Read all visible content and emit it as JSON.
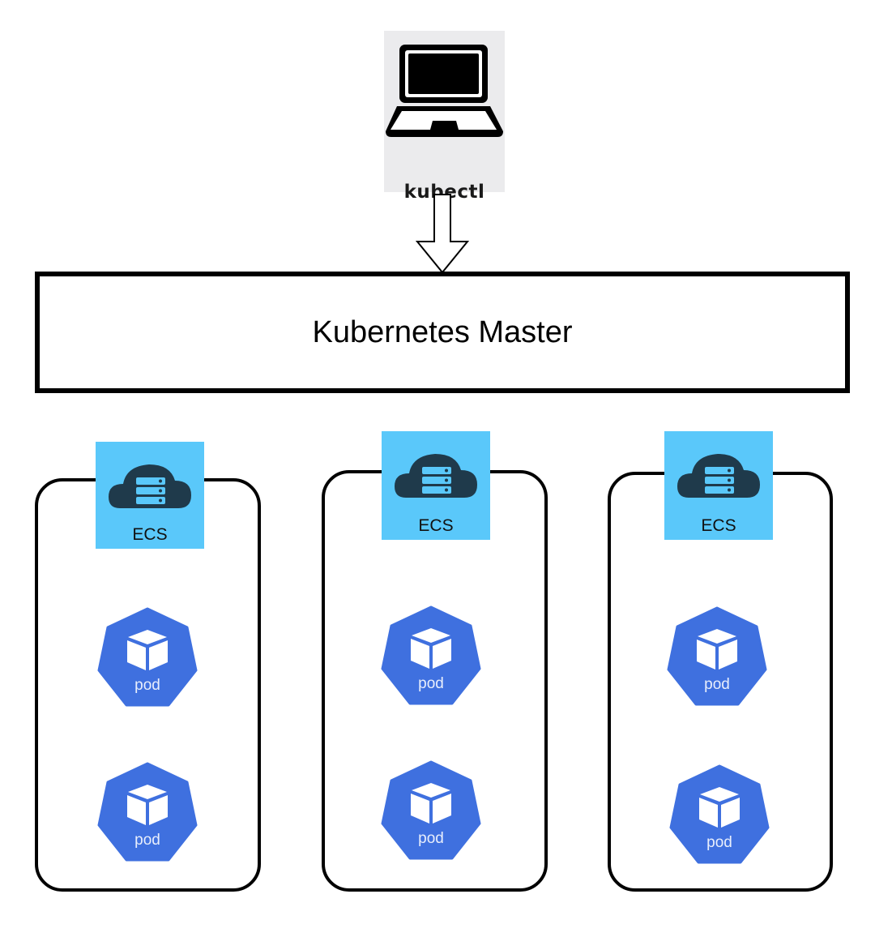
{
  "client": {
    "label": "kubectl",
    "icon": "laptop-icon",
    "tile_color": "#ebebed"
  },
  "connector": {
    "icon": "hollow-down-arrow-icon",
    "from": "kubectl",
    "to": "Kubernetes Master"
  },
  "master": {
    "title": "Kubernetes Master"
  },
  "colors": {
    "ecs_tile": "#5ac8fa",
    "ecs_cloud": "#1f3a4b",
    "pod": "#3f70df",
    "border": "#000000"
  },
  "nodes": [
    {
      "ecs_label": "ECS",
      "ecs_icon": "cloud-server-icon",
      "pods": [
        {
          "label": "pod",
          "icon": "cube-icon"
        },
        {
          "label": "pod",
          "icon": "cube-icon"
        }
      ]
    },
    {
      "ecs_label": "ECS",
      "ecs_icon": "cloud-server-icon",
      "pods": [
        {
          "label": "pod",
          "icon": "cube-icon"
        },
        {
          "label": "pod",
          "icon": "cube-icon"
        }
      ]
    },
    {
      "ecs_label": "ECS",
      "ecs_icon": "cloud-server-icon",
      "pods": [
        {
          "label": "pod",
          "icon": "cube-icon"
        },
        {
          "label": "pod",
          "icon": "cube-icon"
        }
      ]
    }
  ]
}
